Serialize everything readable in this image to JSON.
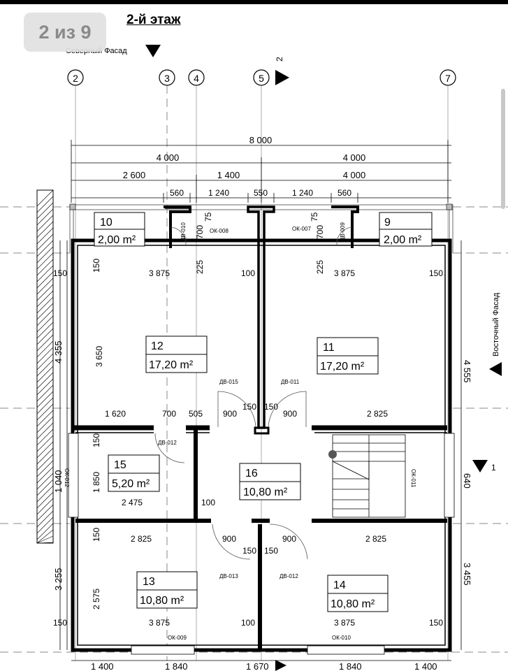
{
  "viewer": {
    "page_counter": "2 из 9"
  },
  "title": "2-й этаж",
  "facades": {
    "north": "Северный Фасад",
    "east": "Восточный Фасад"
  },
  "section_marks": [
    "2",
    "1"
  ],
  "axes": [
    "2",
    "3",
    "4",
    "5",
    "7"
  ],
  "dims_top": {
    "overall": "8 000",
    "halves": [
      "4 000",
      "4 000"
    ],
    "parts": [
      "2 600",
      "1 400",
      "4 000"
    ],
    "balcony": [
      "560",
      "1 240",
      "550",
      "1 240",
      "560"
    ]
  },
  "dims_bottom": [
    "1 400",
    "1 840",
    "1 670",
    "1 840",
    "1 400"
  ],
  "dims_left": [
    "4 355",
    "1 040",
    "3 255"
  ],
  "dims_right": [
    "4 555",
    "640",
    "3 455"
  ],
  "rooms": [
    {
      "num": "10",
      "area": "2,00 m²"
    },
    {
      "num": "9",
      "area": "2,00 m²"
    },
    {
      "num": "12",
      "area": "17,20 m²"
    },
    {
      "num": "11",
      "area": "17,20 m²"
    },
    {
      "num": "15",
      "area": "5,20 m²"
    },
    {
      "num": "16",
      "area": "10,80 m²"
    },
    {
      "num": "13",
      "area": "10,80 m²"
    },
    {
      "num": "14",
      "area": "10,80 m²"
    }
  ],
  "openings": {
    "dv010": "ДВ-010",
    "dv009": "ДВ-009",
    "ok008": "ОК-008",
    "ok007": "ОК-007",
    "dv015": "ДВ-015",
    "dv011": "ДВ-011",
    "dv012a": "ДВ-012",
    "ok012": "ОК-012",
    "ok011": "ОК-011",
    "dv013": "ДВ-013",
    "dv012b": "ДВ-012",
    "ok009": "ОК-009",
    "ok010": "ОК-010"
  },
  "inner_dims": {
    "d75": "75",
    "d700": "700",
    "d225": "225",
    "d150": "150",
    "d100": "100",
    "d3875": "3 875",
    "d3650": "3 650",
    "d1620": "1 620",
    "d505": "505",
    "d900": "900",
    "d2825": "2 825",
    "d1850": "1 850",
    "d2475": "2 475",
    "d2575": "2 575"
  }
}
